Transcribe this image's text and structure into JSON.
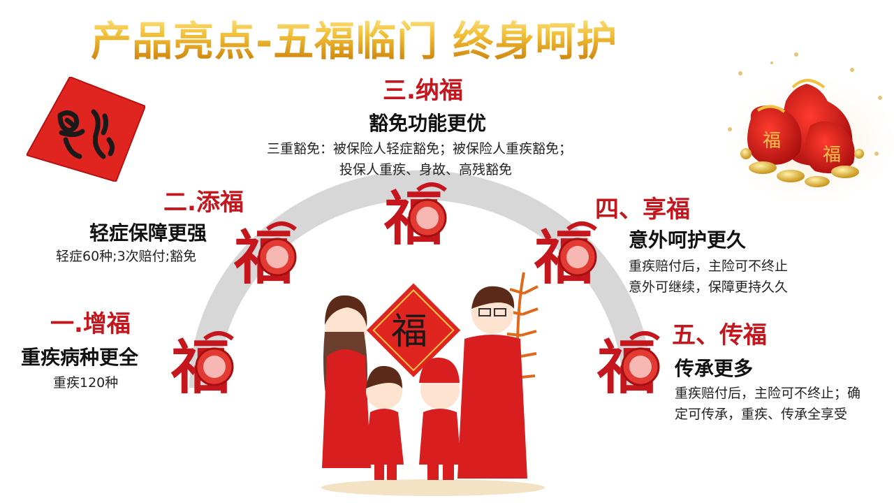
{
  "title": "产品亮点-五福临门 终身呵护",
  "items": [
    {
      "heading": "一.增福",
      "subtitle": "重疾病种更全",
      "desc": [
        "重疾120种"
      ]
    },
    {
      "heading": "二.添福",
      "subtitle": "轻症保障更强",
      "desc": [
        "轻症60种;3次赔付;豁免"
      ]
    },
    {
      "heading": "三.纳福",
      "subtitle": "豁免功能更优",
      "desc": [
        "三重豁免：被保险人轻症豁免；被保险人重疾豁免；",
        "投保人重疾、身故、高残豁免"
      ]
    },
    {
      "heading": "四、享福",
      "subtitle": "意外呵护更久",
      "desc": [
        "重疾赔付后，主险可不终止",
        "意外可继续，保障更持久久"
      ]
    },
    {
      "heading": "五、传福",
      "subtitle": "传承更多",
      "desc": [
        "重疾赔付后，主险可不终止；确",
        "定可传承，重疾、传承全享受"
      ]
    }
  ],
  "decor": {
    "fu_char": "福",
    "colors": {
      "red": "#c4161c",
      "bright_red": "#e11b1b",
      "gold": "#e6a817",
      "arc_gray": "#d7d7d7"
    }
  }
}
